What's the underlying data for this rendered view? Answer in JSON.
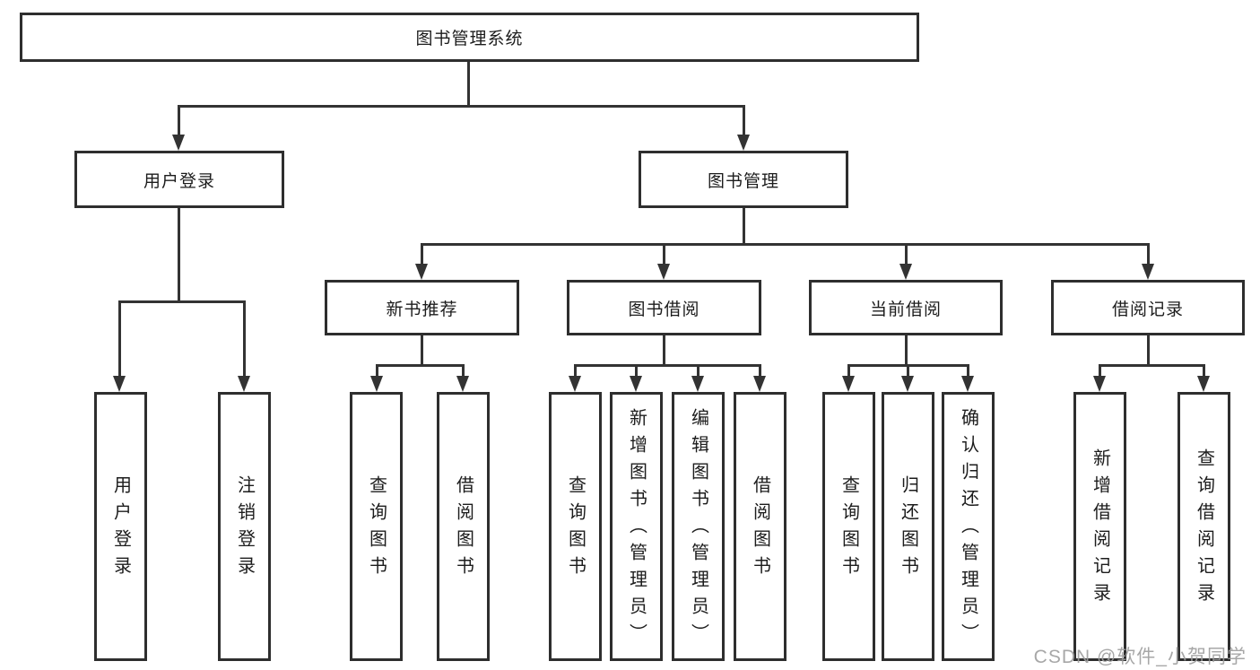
{
  "title": "图书管理系统",
  "watermark": "CSDN @软件_小贺同学",
  "colors": {
    "line": "#333333",
    "box_border": "#2e2e2e",
    "text": "#1c1c1c",
    "background": "#ffffff",
    "watermark": "#9e9e9e"
  },
  "tree": {
    "root": {
      "label": "图书管理系统"
    },
    "branches": [
      {
        "label": "用户登录",
        "children": [
          {
            "label": "用户登录"
          },
          {
            "label": "注销登录"
          }
        ]
      },
      {
        "label": "图书管理",
        "children": [
          {
            "label": "新书推荐",
            "children": [
              {
                "label": "查询图书"
              },
              {
                "label": "借阅图书"
              }
            ]
          },
          {
            "label": "图书借阅",
            "children": [
              {
                "label": "查询图书"
              },
              {
                "label": "新增图书（管理员）"
              },
              {
                "label": "编辑图书（管理员）"
              },
              {
                "label": "借阅图书"
              }
            ]
          },
          {
            "label": "当前借阅",
            "children": [
              {
                "label": "查询图书"
              },
              {
                "label": "归还图书"
              },
              {
                "label": "确认归还（管理员）"
              }
            ]
          },
          {
            "label": "借阅记录",
            "children": [
              {
                "label": "新增借阅记录"
              },
              {
                "label": "查询借阅记录"
              }
            ]
          }
        ]
      }
    ]
  }
}
